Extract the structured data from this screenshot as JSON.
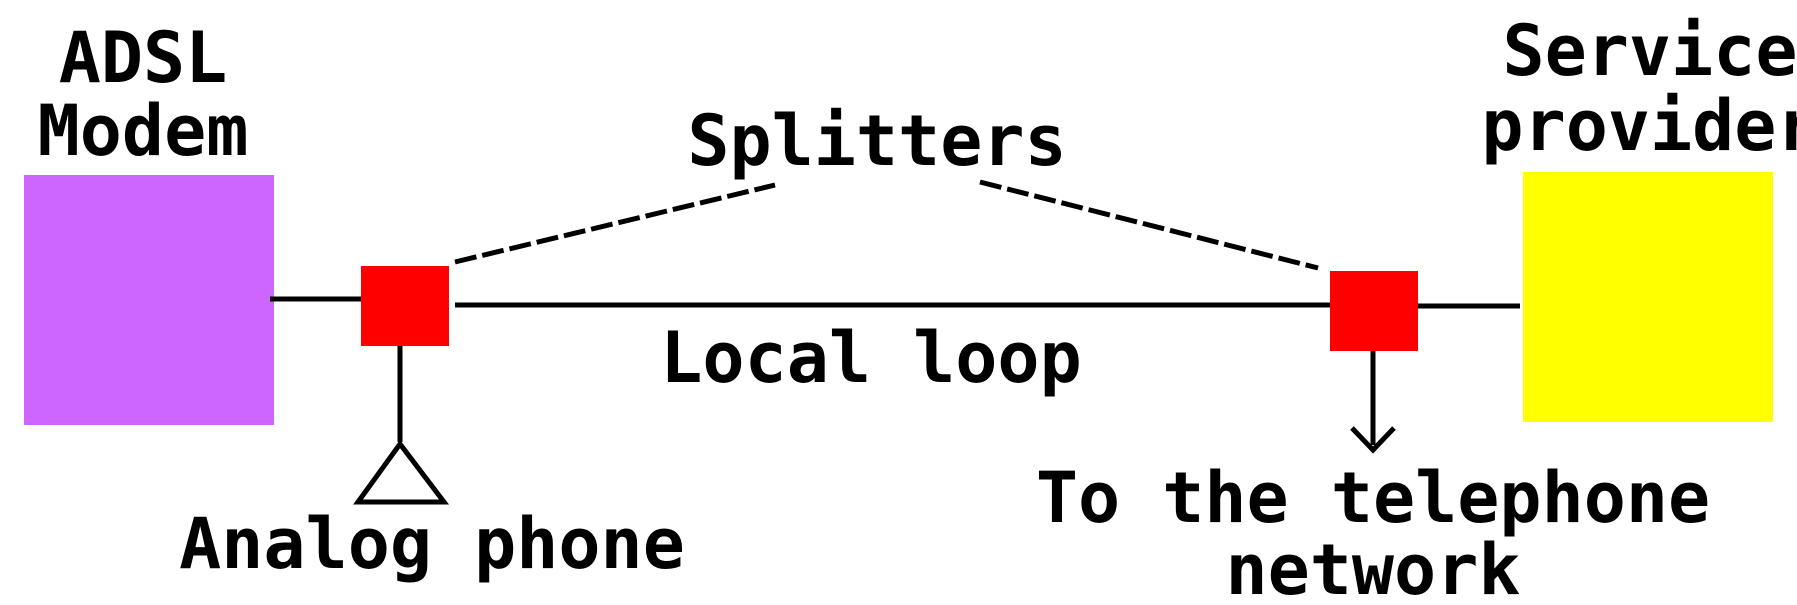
{
  "labels": {
    "adsl_line1": "ADSL",
    "adsl_line2": "Modem",
    "splitters": "Splitters",
    "service_line1": "Service",
    "service_line2": "provider",
    "local_loop": "Local loop",
    "analog_phone": "Analog phone",
    "telephone_line1": "To the telephone",
    "telephone_line2": "network"
  },
  "colors": {
    "modem": "#cc66ff",
    "service_provider": "#ffff00",
    "splitter": "#ff0000",
    "line": "#000000",
    "background": "#ffffff"
  }
}
